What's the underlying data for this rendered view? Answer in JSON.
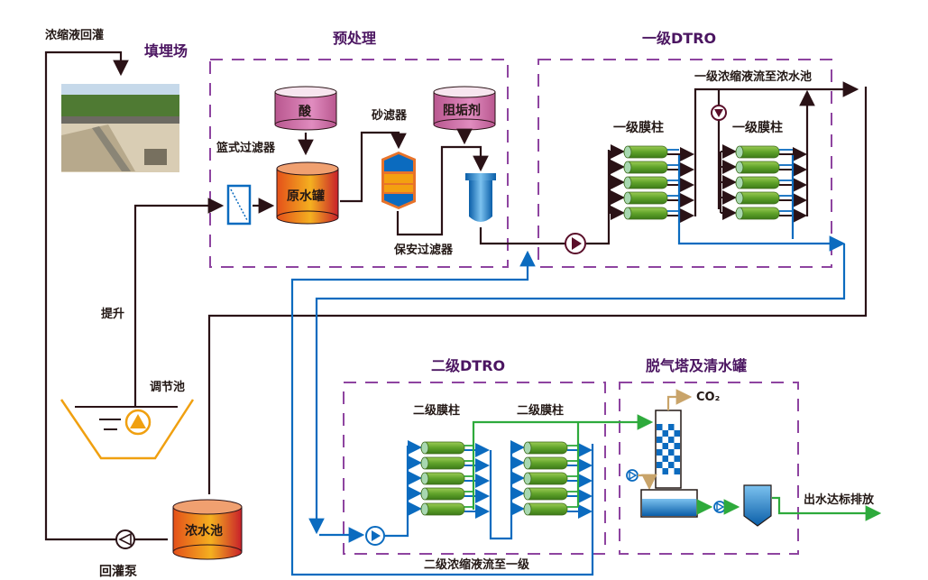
{
  "sections": {
    "landfill": "填埋场",
    "pretreatment": "预处理",
    "dtro1": "一级DTRO",
    "dtro2": "二级DTRO",
    "degas": "脱气塔及清水罐"
  },
  "labels": {
    "concentrate_reinjection": "浓缩液回灌",
    "lift": "提升",
    "regulating_pool": "调节池",
    "concentrate_pool": "浓水池",
    "reinjection_pump": "回灌泵",
    "basket_filter": "篮式过滤器",
    "acid": "酸",
    "raw_tank": "原水罐",
    "sand_filter": "砂滤器",
    "antiscalant": "阻垢剂",
    "security_filter": "保安过滤器",
    "dtro1_column_a": "一级膜柱",
    "dtro1_column_b": "一级膜柱",
    "dtro1_concentrate": "一级浓缩液流至浓水池",
    "dtro2_column_a": "二级膜柱",
    "dtro2_column_b": "二级膜柱",
    "dtro2_concentrate": "二级浓缩液流至一级",
    "co2": "CO₂",
    "discharge": "出水达标排放"
  },
  "colors": {
    "section_title": "#4b1561",
    "dashed_border": "#8e44a0",
    "concentrate_line": "#2a1216",
    "permeate_line": "#0b6bbf",
    "product_line": "#2eaa3c",
    "gas_line": "#c9a46a",
    "tank_orange": "#e8601a",
    "chem_tank": "#c86aa6"
  }
}
